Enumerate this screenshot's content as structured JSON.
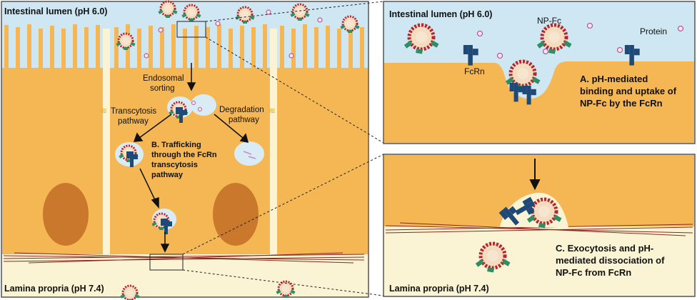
{
  "left": {
    "lumen_label": "Intestinal lumen (pH 6.0)",
    "lamina_label": "Lamina propria (pH 7.4)",
    "endosomal_line1": "Endosomal",
    "endosomal_line2": "sorting",
    "transcytosis_line1": "Transcytosis",
    "transcytosis_line2": "pathway",
    "degradation_line1": "Degradation",
    "degradation_line2": "pathway",
    "stepB_line1": "B. Trafficking",
    "stepB_line2": "through the FcRn",
    "stepB_line3": "transcytosis",
    "stepB_line4": "pathway"
  },
  "panelA": {
    "lumen_label": "Intestinal lumen (pH 6.0)",
    "npfc_label": "NP-Fc",
    "protein_label": "Protein",
    "fcrn_label": "FcRn",
    "step_line1": "A. pH-mediated",
    "step_line2": "binding and uptake of",
    "step_line3": "NP-Fc by the FcRn"
  },
  "panelC": {
    "lamina_label": "Lamina propria (pH 7.4)",
    "step_line1": "C. Exocytosis and pH-",
    "step_line2": "mediated dissociation of",
    "step_line3": "NP-Fc from FcRn"
  },
  "colors": {
    "lumen": "#cfe6f3",
    "cell": "#f5b753",
    "cell_light": "#f8c870",
    "nucleus": "#c9782c",
    "lamina": "#fbf4d4",
    "fcrn": "#1f4a78",
    "np_red": "#b5262c",
    "fc_green": "#2f8f63",
    "vesicle": "#d9ecf6"
  }
}
